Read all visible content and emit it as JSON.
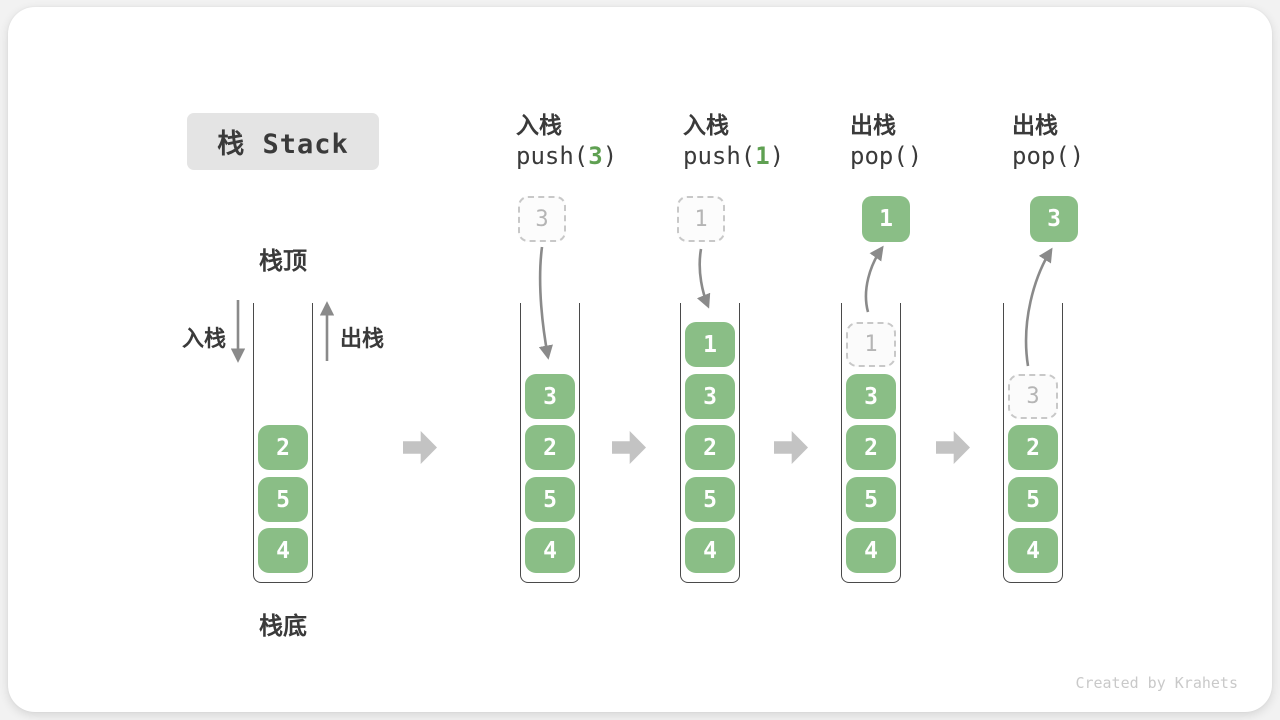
{
  "title": "栈 Stack",
  "stack_labels": {
    "top": "栈顶",
    "bottom": "栈底",
    "push": "入栈",
    "pop": "出栈"
  },
  "watermark": "Created by Krahets",
  "colors": {
    "green": "#8ABE86",
    "green_text": "#5FA052",
    "text": "#3A3A3A",
    "arrow": "#8A8A8A",
    "block_arrow": "#C3C3C3",
    "ghost_border": "#C8C8C8",
    "ghost_text": "#B5B5B5",
    "title_bg": "#E4E4E4"
  },
  "stages": [
    {
      "name": "initial",
      "header": null,
      "floating": null,
      "arrow": null,
      "cells": [
        {
          "value": "2"
        },
        {
          "value": "5"
        },
        {
          "value": "4"
        }
      ]
    },
    {
      "name": "push-3",
      "header": {
        "label": "入栈",
        "code_pre": "push(",
        "code_arg": "3",
        "code_post": ")"
      },
      "floating": {
        "value": "3",
        "variant": "ghost"
      },
      "arrow": "into-stack",
      "cells": [
        {
          "value": "3"
        },
        {
          "value": "2"
        },
        {
          "value": "5"
        },
        {
          "value": "4"
        }
      ]
    },
    {
      "name": "push-1",
      "header": {
        "label": "入栈",
        "code_pre": "push(",
        "code_arg": "1",
        "code_post": ")"
      },
      "floating": {
        "value": "1",
        "variant": "ghost"
      },
      "arrow": "into-stack",
      "cells": [
        {
          "value": "1"
        },
        {
          "value": "3"
        },
        {
          "value": "2"
        },
        {
          "value": "5"
        },
        {
          "value": "4"
        }
      ]
    },
    {
      "name": "pop-1",
      "header": {
        "label": "出栈",
        "code_pre": "pop(",
        "code_arg": "",
        "code_post": ")"
      },
      "floating": {
        "value": "1",
        "variant": "solid"
      },
      "arrow": "out-of-stack",
      "cells": [
        {
          "value": "1",
          "ghost": true
        },
        {
          "value": "3"
        },
        {
          "value": "2"
        },
        {
          "value": "5"
        },
        {
          "value": "4"
        }
      ]
    },
    {
      "name": "pop-3",
      "header": {
        "label": "出栈",
        "code_pre": "pop(",
        "code_arg": "",
        "code_post": ")"
      },
      "floating": {
        "value": "3",
        "variant": "solid"
      },
      "arrow": "out-of-stack",
      "cells": [
        {
          "value": "3",
          "ghost": true
        },
        {
          "value": "2"
        },
        {
          "value": "5"
        },
        {
          "value": "4"
        }
      ]
    }
  ],
  "transition_arrow_count": 4
}
